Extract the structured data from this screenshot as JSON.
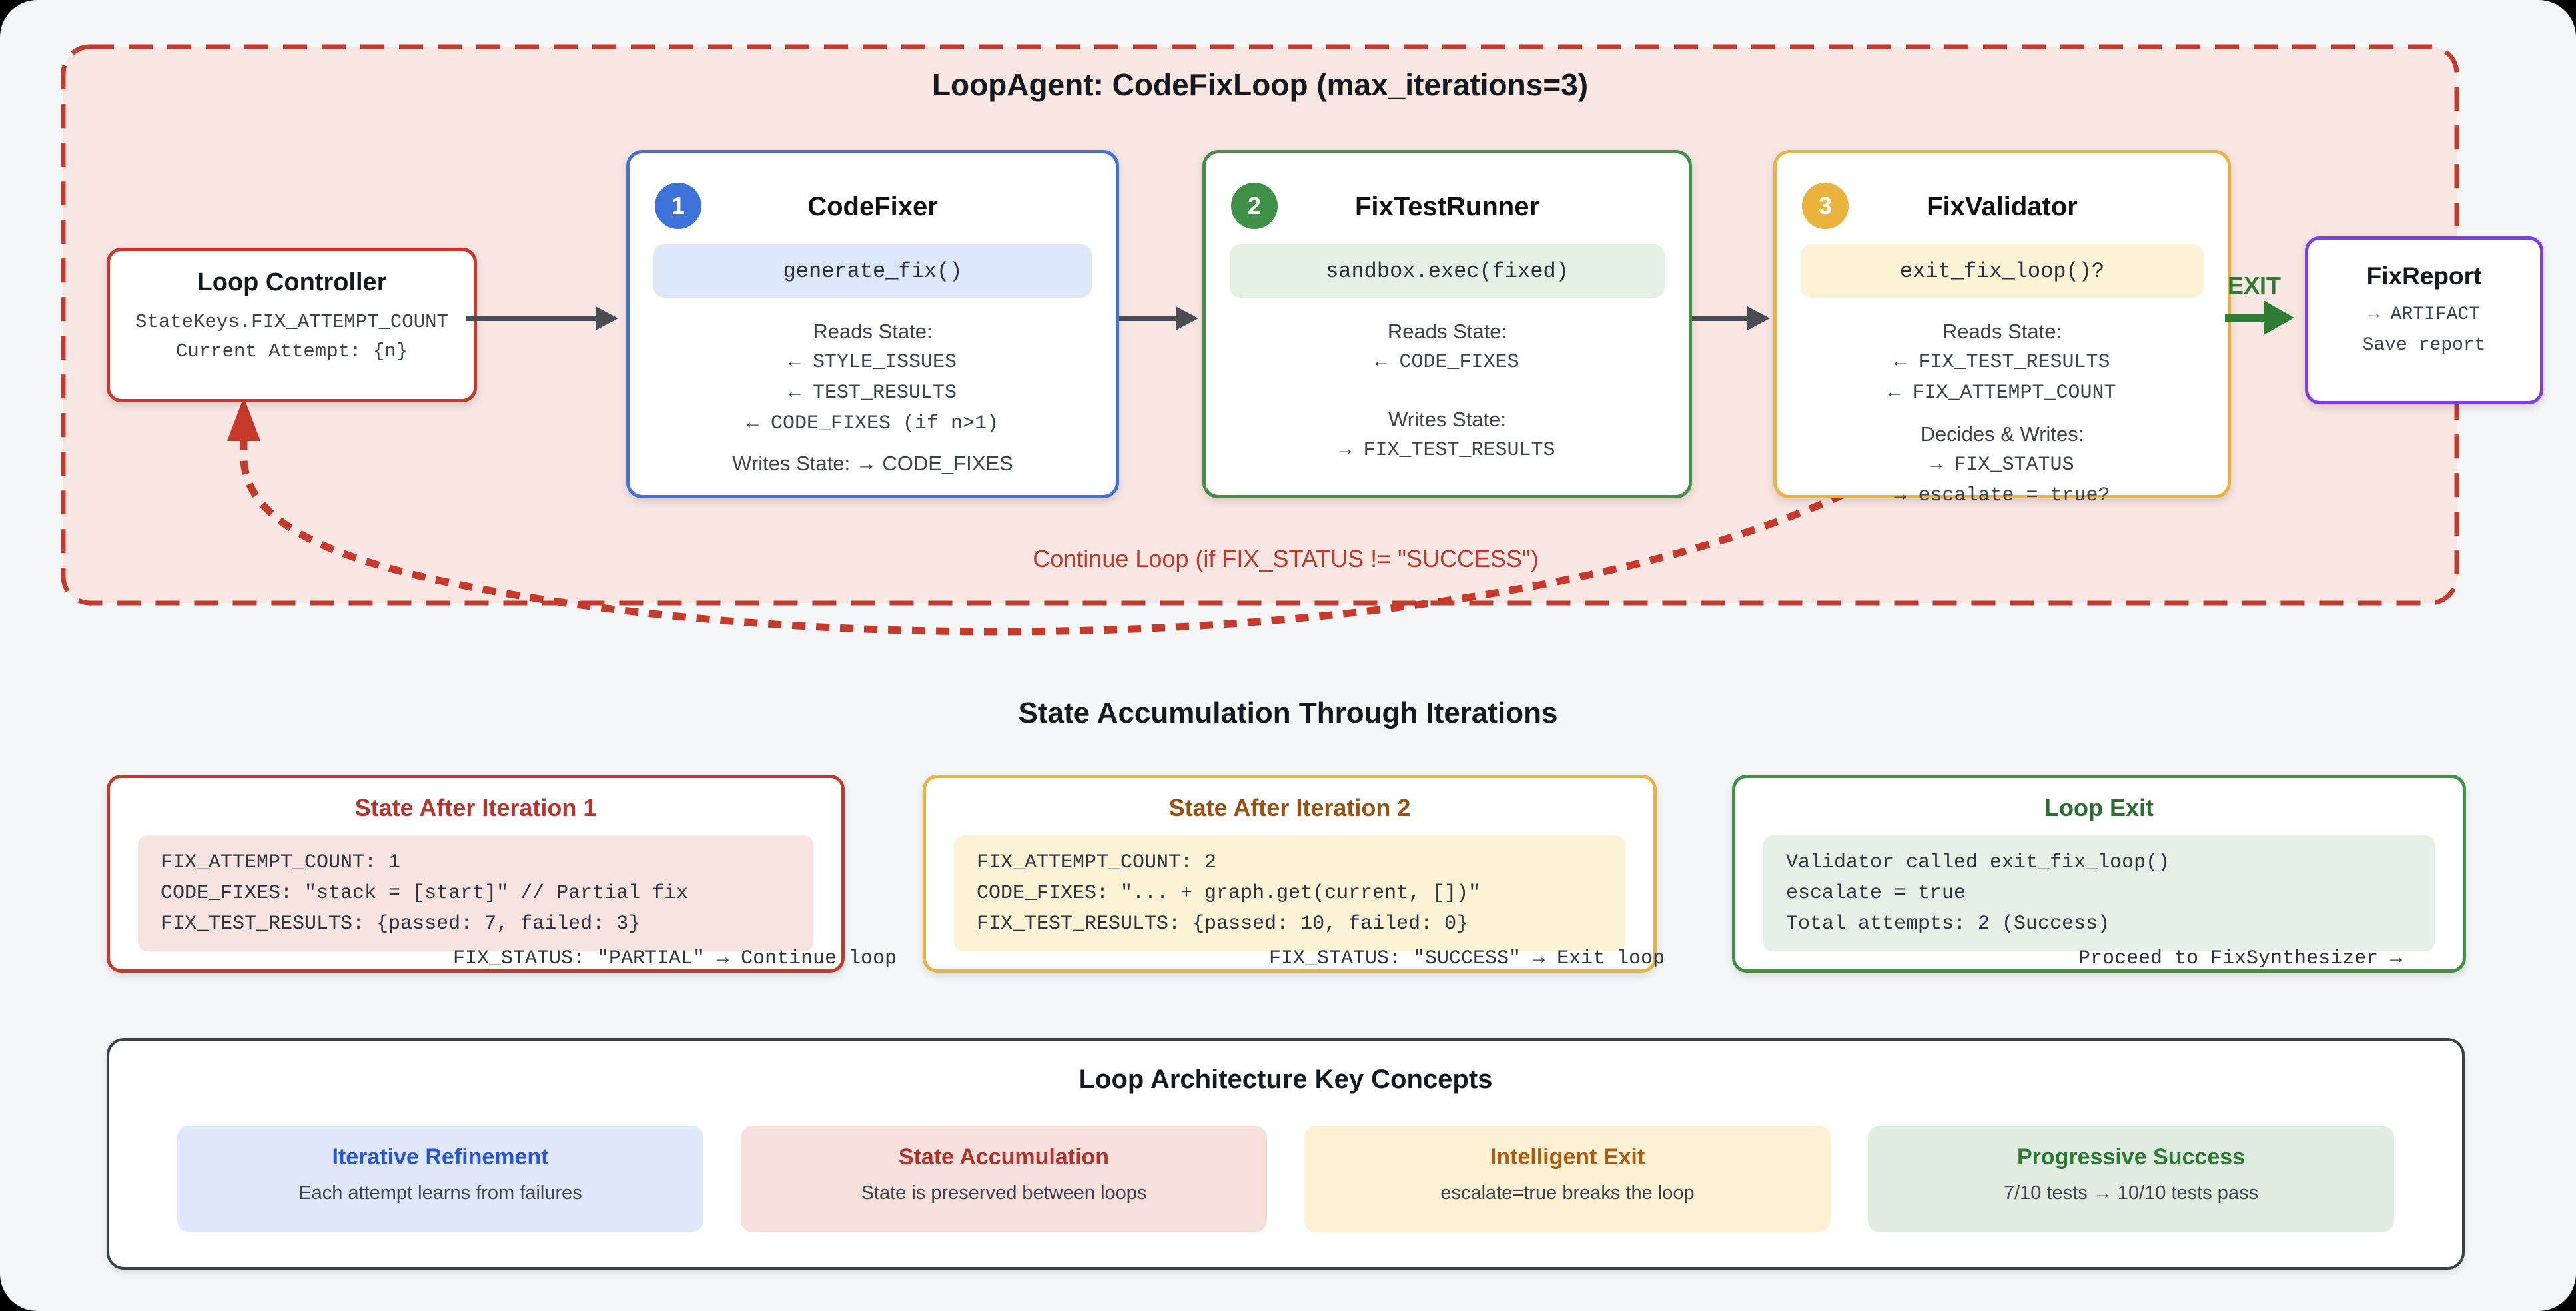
{
  "colors": {
    "page_bg": "#f4f6f8",
    "loop_fill": "#f8e6e2",
    "accent_red": "#c6392b",
    "accent_blue": "#3d72d9",
    "accent_green": "#3f9146",
    "accent_amber": "#eab33c",
    "accent_purple": "#7d3bf0",
    "exit_green": "#2e7d32",
    "arrow_gray": "#4a4e54"
  },
  "loop": {
    "title": "LoopAgent: CodeFixLoop (max_iterations=3)",
    "controller": {
      "title": "Loop Controller",
      "lines": [
        "StateKeys.FIX_ATTEMPT_COUNT",
        "Current Attempt: {n}"
      ]
    },
    "agents": [
      {
        "num": "1",
        "title": "CodeFixer",
        "code": "generate_fix()",
        "rows": [
          {
            "kind": "label",
            "text": "Reads State:"
          },
          {
            "kind": "mono",
            "text": "← STYLE_ISSUES"
          },
          {
            "kind": "mono",
            "text": "← TEST_RESULTS"
          },
          {
            "kind": "mono",
            "text": "← CODE_FIXES (if n>1)"
          },
          {
            "kind": "label",
            "text": "Writes State: → CODE_FIXES"
          }
        ]
      },
      {
        "num": "2",
        "title": "FixTestRunner",
        "code": "sandbox.exec(fixed)",
        "rows": [
          {
            "kind": "label",
            "text": "Reads State:"
          },
          {
            "kind": "mono",
            "text": "← CODE_FIXES"
          },
          {
            "kind": "label",
            "text": "Writes State:"
          },
          {
            "kind": "mono",
            "text": "→ FIX_TEST_RESULTS"
          }
        ]
      },
      {
        "num": "3",
        "title": "FixValidator",
        "code": "exit_fix_loop()?",
        "rows": [
          {
            "kind": "label",
            "text": "Reads State:"
          },
          {
            "kind": "mono",
            "text": "← FIX_TEST_RESULTS"
          },
          {
            "kind": "mono",
            "text": "← FIX_ATTEMPT_COUNT"
          },
          {
            "kind": "label",
            "text": "Decides & Writes:"
          },
          {
            "kind": "mono",
            "text": "→ FIX_STATUS"
          },
          {
            "kind": "mono",
            "text": "→ escalate = true?"
          }
        ]
      }
    ],
    "exit_label": "EXIT",
    "report": {
      "title": "FixReport",
      "lines": [
        "→ ARTIFACT",
        "Save report"
      ]
    },
    "continue_label": "Continue Loop (if FIX_STATUS != \"SUCCESS\")"
  },
  "state_section": {
    "title": "State Accumulation Through Iterations",
    "boxes": [
      {
        "title": "State After Iteration 1",
        "code": [
          "FIX_ATTEMPT_COUNT: 1",
          "CODE_FIXES: \"stack = [start]\" // Partial fix",
          "FIX_TEST_RESULTS: {passed: 7, failed: 3}"
        ],
        "tail": "FIX_STATUS: \"PARTIAL\" → Continue loop"
      },
      {
        "title": "State After Iteration 2",
        "code": [
          "FIX_ATTEMPT_COUNT: 2",
          "CODE_FIXES: \"... + graph.get(current, [])\"",
          "FIX_TEST_RESULTS: {passed: 10, failed: 0}"
        ],
        "tail": "FIX_STATUS: \"SUCCESS\" → Exit loop"
      },
      {
        "title": "Loop Exit",
        "code": [
          "Validator called exit_fix_loop()",
          "escalate = true",
          "Total attempts: 2 (Success)"
        ],
        "tail": "Proceed to FixSynthesizer →"
      }
    ]
  },
  "concepts": {
    "title": "Loop Architecture Key Concepts",
    "cards": [
      {
        "title": "Iterative Refinement",
        "desc": "Each attempt learns from failures"
      },
      {
        "title": "State Accumulation",
        "desc": "State is preserved between loops"
      },
      {
        "title": "Intelligent Exit",
        "desc": "escalate=true breaks the loop"
      },
      {
        "title": "Progressive Success",
        "desc": "7/10 tests → 10/10 tests pass"
      }
    ]
  }
}
